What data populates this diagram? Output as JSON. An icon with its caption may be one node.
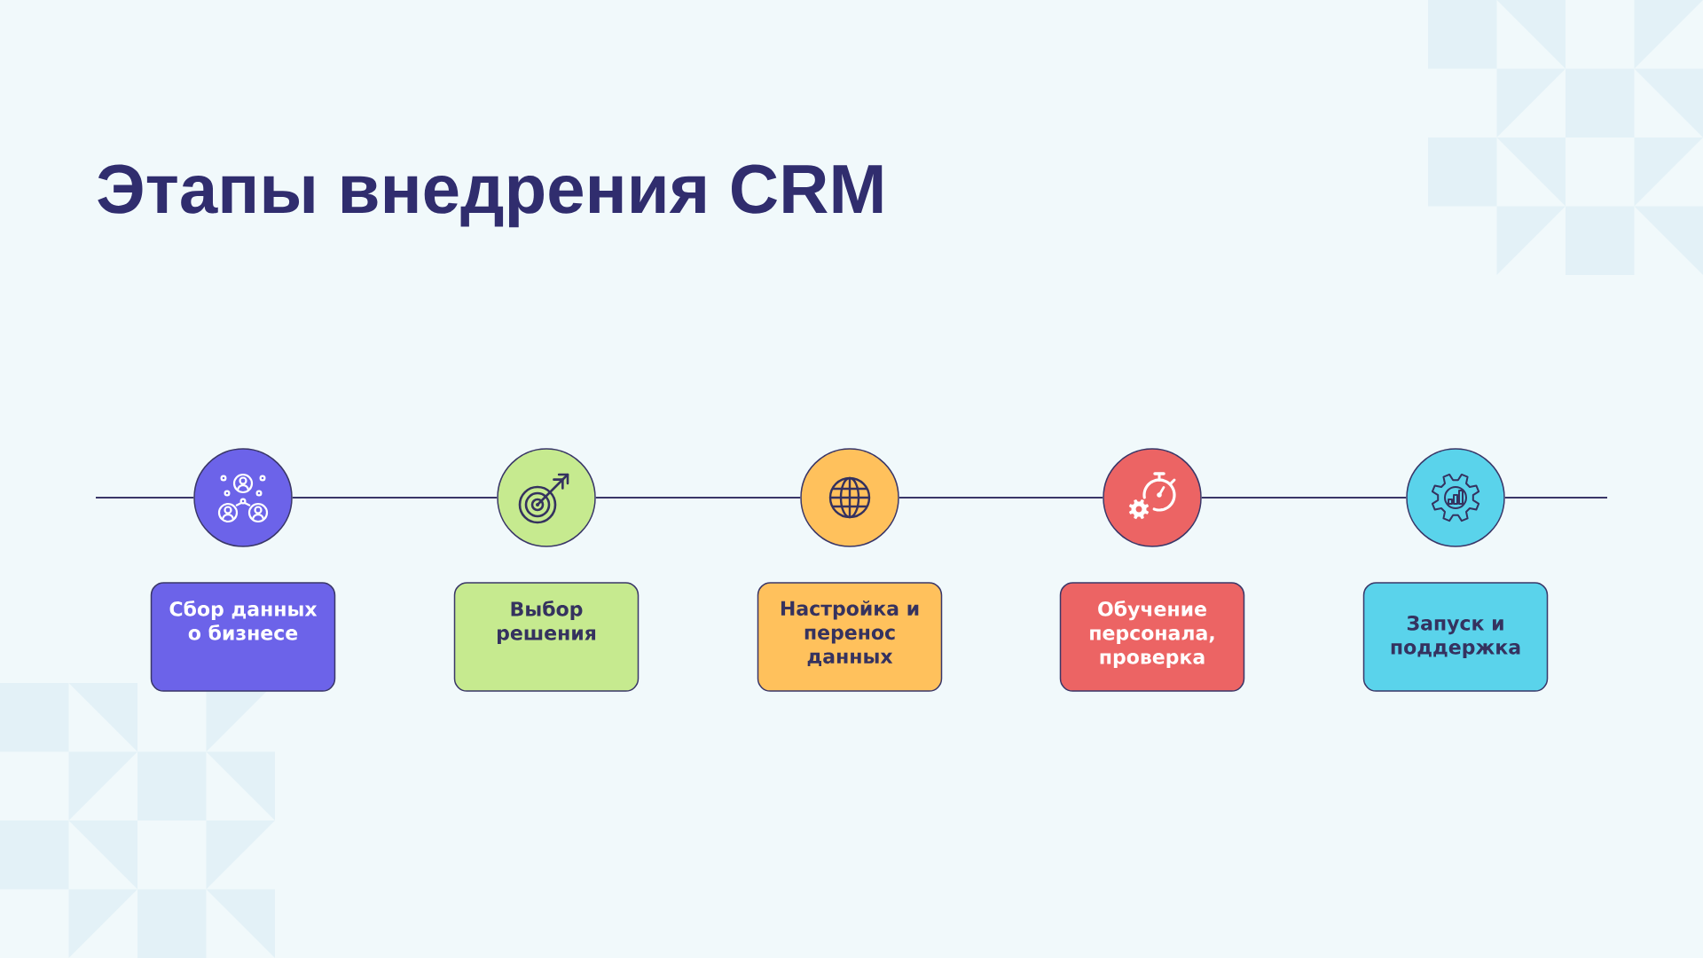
{
  "diagram": {
    "title": "Этапы внедрения CRM",
    "nodes": [
      {
        "text": [],
        "shape": "circle"
      },
      {
        "text": [],
        "shape": "circle"
      },
      {
        "text": [],
        "shape": "circle"
      },
      {
        "text": [],
        "shape": "circle"
      },
      {
        "text": [],
        "shape": "circle"
      },
      {
        "text": [
          "Сбор данных о бизнесе"
        ]
      },
      {
        "text": [
          "Выбор решения"
        ]
      },
      {
        "text": [
          "Настройка и перенос данных"
        ]
      },
      {
        "text": [
          "Обучение персонала, проверка"
        ]
      },
      {
        "text": [
          "Запуск и поддержка"
        ]
      }
    ],
    "edges": [
      {
        "from": null,
        "to": 0,
        "arrow": "none"
      },
      {
        "from": 0,
        "to": 1,
        "arrow": "none"
      },
      {
        "from": 1,
        "to": 2,
        "arrow": "none"
      },
      {
        "from": 2,
        "to": 3,
        "arrow": "none"
      },
      {
        "from": 3,
        "to": 4,
        "arrow": "none"
      },
      {
        "from": 4,
        "to": null,
        "arrow": "none"
      }
    ]
  }
}
